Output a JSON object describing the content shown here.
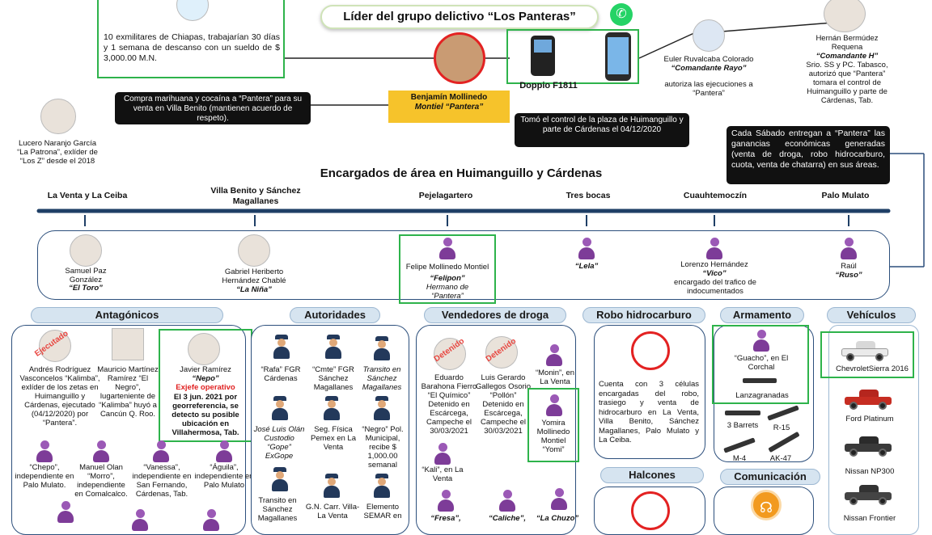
{
  "header": {
    "title": "Líder del grupo delictivo “Los Panteras”",
    "ex_military_text": "10 exmilitares de Chiapas, trabajarían 30 días y 1 semana de descanso con un sueldo de $ 3,000.00 M.N.",
    "phone_label": "Doppio F1811",
    "leader_name": "Benjamín Mollinedo",
    "leader_alias": "Montiel “Pantera”",
    "compra_text": "Compra marihuana y cocaína a “Pantera” para su venta en Villa Benito (mantienen acuerdo de respeto).",
    "tomo_text": "Tomó el control de la plaza de Huimanguillo y parte de Cárdenas el 04/12/2020",
    "lucero_name": "Lucero Naranjo García",
    "lucero_desc": "“La Patrona”, exlíder de “Los Z” desde el 2018",
    "euler_name": "Euler Ruvalcaba Colorado",
    "euler_alias": "“Comandante Rayo”",
    "euler_desc": "autoriza las ejecuciones a “Pantera”",
    "hernan_name": "Hernán Bermúdez Requena",
    "hernan_alias": "“Comandante H”",
    "hernan_desc": "Srio. SS y PC. Tabasco, autorizó que “Pantera” tomara el control de Huimanguillo y parte de Cárdenas, Tab.",
    "sabado_text": "Cada Sábado entregan a “Pantera” las ganancias económicas generadas (venta de droga, robo hidrocarburo, cuota, venta de chatarra) en sus áreas."
  },
  "areas": {
    "title": "Encargados de área en Huimanguillo y Cárdenas",
    "places": [
      "La Venta y La Ceiba",
      "Villa Benito y Sánchez Magallanes",
      "Pejelagartero",
      "Tres bocas",
      "Cuauhtemoczín",
      "Palo Mulato"
    ],
    "people": [
      {
        "name": "Samuel Paz González",
        "alias": "“El Toro”"
      },
      {
        "name": "Gabriel Heriberto Hernández Chablé",
        "alias": "“La Niña”"
      },
      {
        "name": "Felipe Mollinedo Montiel",
        "alias": "“Felipon”",
        "extra": "Hermano de “Pantera”"
      },
      {
        "name": "",
        "alias": "“Lela”"
      },
      {
        "name": "Lorenzo Hernández",
        "alias": "“Vico”",
        "extra": "encargado del trafico de indocumentados"
      },
      {
        "name": "Raúl",
        "alias": "“Ruso”"
      }
    ]
  },
  "sections": {
    "antagonicos": "Antagónicos",
    "autoridades": "Autoridades",
    "vendedores": "Vendedores de droga",
    "robo": "Robo hidrocarburo",
    "armamento": "Armamento",
    "vehiculos": "Vehículos",
    "halcones": "Halcones",
    "comunicacion": "Comunicación"
  },
  "antagonicos": {
    "andres": "Andrés Rodríguez Vasconcelos “Kalimba”, exlíder de los zetas en Huimanguillo y Cárdenas, ejecutado (04/12/2020) por “Pantera”.",
    "mauricio": "Mauricio Martínez Ramírez “El Negro”, lugarteniente de “Kalimba” huyó a Cancún Q. Roo.",
    "javier_name": "Javier Ramírez",
    "javier_alias": "“Nepo”",
    "javier_status": "Exjefe operativo",
    "javier_desc": "El 3 jun. 2021 por georreferencia, se detecto su posible ubicación en Villahermosa, Tab.",
    "stamp": "Ejecutado",
    "chepo": "“Chepo”, independiente en Palo Mulato.",
    "manuel": "Manuel Olan “Morro”, independiente en Comalcalco.",
    "vanessa": "“Vanessa”, independiente en San Fernando, Cárdenas, Tab.",
    "aguila": "“Águila”, independiente en Palo Mulato"
  },
  "autoridades": {
    "rafa": "“Rafa” FGR Cárdenas",
    "cmte": "“Cmte” FGR Sánchez Magallanes",
    "transito1": "Transito en Sánchez Magallanes",
    "jose": "José Luis Olán Custodio “Gope” ExGope",
    "seg": "Seg. Física Pemex en La Venta",
    "negro": "“Negro” Pol. Municipal, recibe $ 1,000.00 semanal",
    "transito2": "Transito en Sánchez Magallanes",
    "gn": "G.N. Carr. Villa- La Venta",
    "semar": "Elemento SEMAR en"
  },
  "vendedores": {
    "eduardo": "Eduardo Barahona Fierro “El Químico” Detenido en Escárcega, Campeche el 30/03/2021",
    "luis": "Luis Gerardo Gallegos Osorio “Pollón” Detenido en Escárcega, Campeche el 30/03/2021",
    "monin": "“Monin”, en La Venta",
    "yomira": "Yomira Mollinedo Montiel “Yomi”",
    "kali": "“Kali”, en La Venta",
    "fresa": "“Fresa”,",
    "caliche": "“Caliche”,",
    "chuzo": "“La Chuzo”",
    "stamp": "Detenido"
  },
  "robo": {
    "text": "Cuenta con 3 células encargadas del robo, trasiego y venta de hidrocarburo en La Venta, Villa Benito, Sánchez Magallanes, Palo Mulato y La Ceiba."
  },
  "armamento": {
    "guacho": "“Guacho”, en El Corchal",
    "lanza": "Lanzagranadas",
    "barrets": "3 Barrets",
    "r15": "R-15",
    "m4": "M-4",
    "ak": "AK-47"
  },
  "vehiculos": [
    "ChevroletSierra 2016",
    "Ford Platinum",
    "Nissan NP300",
    "Nissan Frontier"
  ],
  "colors": {
    "accent": "#2c4f7c",
    "green": "#2eb34b",
    "gold": "#f6c32b",
    "red": "#e02020"
  }
}
